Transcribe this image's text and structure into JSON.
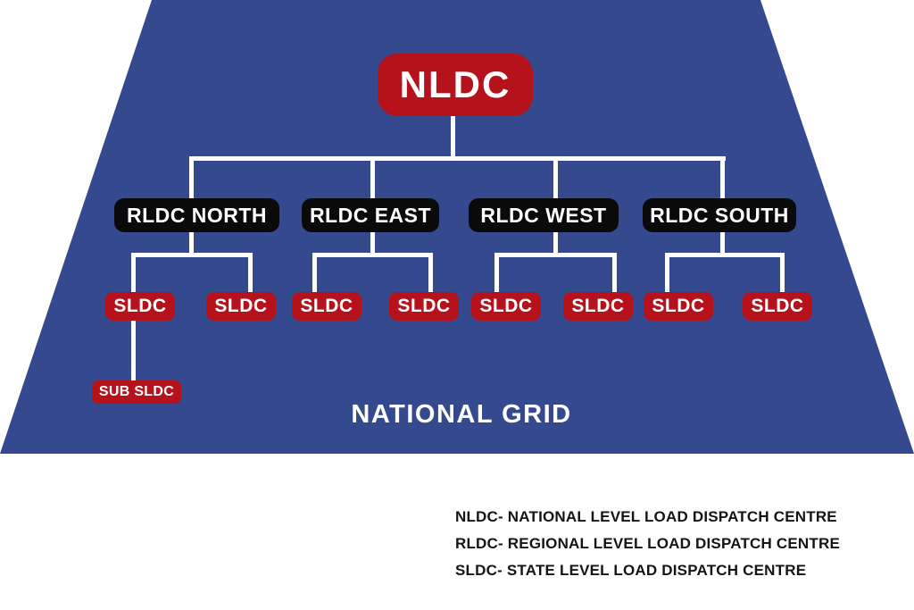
{
  "colors": {
    "page_background": "#ffffff",
    "trapezoid_blue": "#35498f",
    "node_red": "#b5121b",
    "node_black": "#0a0a0a",
    "connector_white": "#ffffff",
    "legend_text": "#141414"
  },
  "diagram": {
    "root": {
      "label": "NLDC"
    },
    "regions": [
      {
        "label": "RLDC NORTH",
        "children": [
          {
            "label": "SLDC"
          },
          {
            "label": "SLDC"
          }
        ],
        "sub": {
          "label": "SUB SLDC"
        }
      },
      {
        "label": "RLDC EAST",
        "children": [
          {
            "label": "SLDC"
          },
          {
            "label": "SLDC"
          }
        ]
      },
      {
        "label": "RLDC WEST",
        "children": [
          {
            "label": "SLDC"
          },
          {
            "label": "SLDC"
          }
        ]
      },
      {
        "label": "RLDC SOUTH",
        "children": [
          {
            "label": "SLDC"
          },
          {
            "label": "SLDC"
          }
        ]
      }
    ],
    "caption": "NATIONAL GRID"
  },
  "legend": {
    "lines": [
      "NLDC- NATIONAL LEVEL LOAD DISPATCH CENTRE",
      "RLDC- REGIONAL LEVEL LOAD DISPATCH CENTRE",
      "SLDC- STATE LEVEL LOAD DISPATCH CENTRE"
    ]
  }
}
